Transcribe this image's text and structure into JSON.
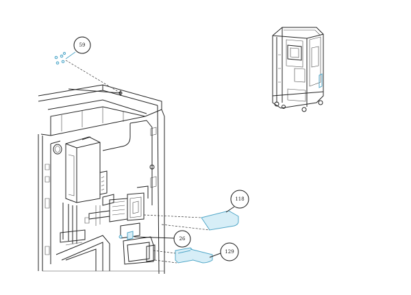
{
  "callouts": [
    {
      "id": "c59",
      "label": "59"
    },
    {
      "id": "c118",
      "label": "118"
    },
    {
      "id": "c26",
      "label": "26"
    },
    {
      "id": "c129",
      "label": "129"
    }
  ],
  "colors": {
    "line": "#222222",
    "highlight_stroke": "#4fa6c7",
    "highlight_fill": "#d7eef7"
  }
}
